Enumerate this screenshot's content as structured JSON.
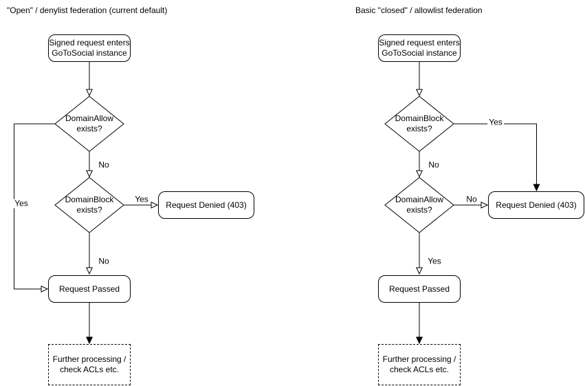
{
  "left": {
    "title": "\"Open\" / denylist federation (current default)",
    "nodes": {
      "start": "Signed request enters\nGoToSocial instance",
      "decision1": "DomainAllow\nexists?",
      "decision2": "DomainBlock\nexists?",
      "denied": "Request Denied (403)",
      "passed": "Request Passed",
      "further": "Further processing /\ncheck ACLs etc."
    },
    "edge_labels": {
      "decision1_yes": "Yes",
      "decision1_no": "No",
      "decision2_yes": "Yes",
      "decision2_no": "No"
    }
  },
  "right": {
    "title": "Basic \"closed\" / allowlist federation",
    "nodes": {
      "start": "Signed request enters\nGoToSocial instance",
      "decision1": "DomainBlock\nexists?",
      "decision2": "DomainAllow\nexists?",
      "denied": "Request Denied (403)",
      "passed": "Request Passed",
      "further": "Further processing /\ncheck ACLs etc."
    },
    "edge_labels": {
      "decision1_yes": "Yes",
      "decision1_no": "No",
      "decision2_no": "No",
      "decision2_yes": "Yes"
    }
  },
  "colors": {
    "stroke": "#000000",
    "node_fill": "#ffffff",
    "text": "#000000",
    "background": "#ffffff"
  }
}
